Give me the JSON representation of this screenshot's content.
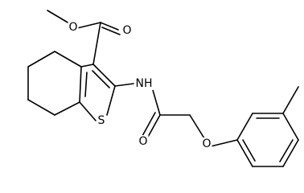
{
  "molecule": {
    "atoms": {
      "ester_carbonyl_oxygen": "O",
      "ester_ether_oxygen": "O",
      "ring_sulfur": "S",
      "amide_nitrogen": "NH",
      "amide_carbonyl_oxygen": "O",
      "aryl_ether_oxygen": "O"
    }
  }
}
